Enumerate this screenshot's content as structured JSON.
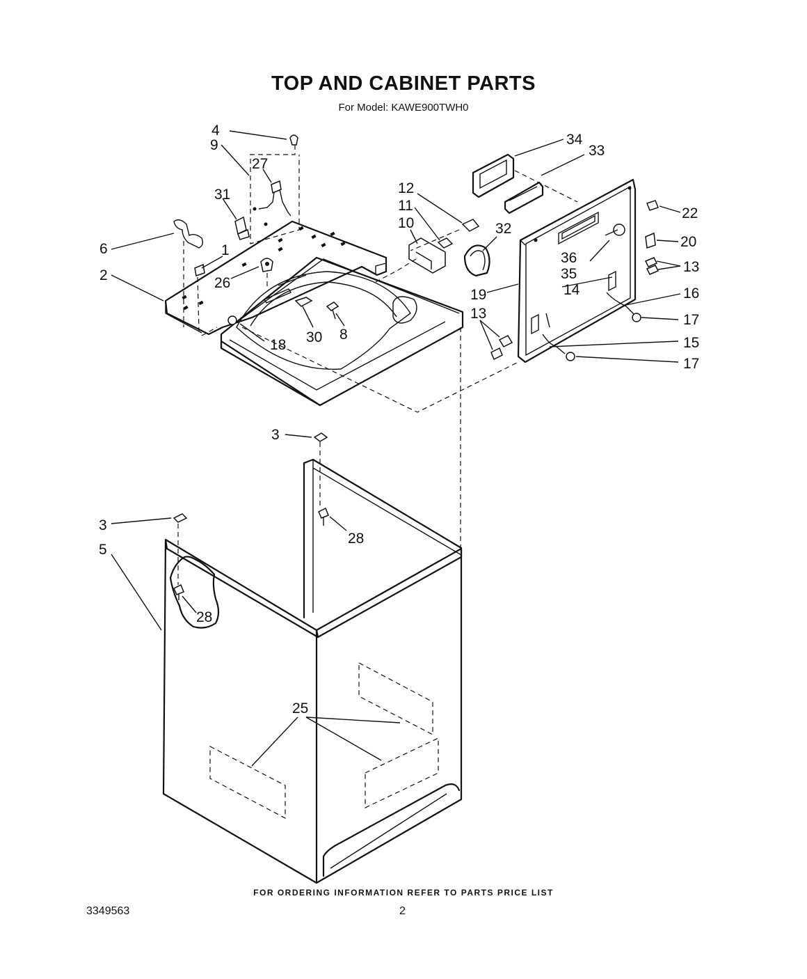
{
  "header": {
    "title": "TOP AND CABINET PARTS",
    "subtitle": "For Model: KAWE900TWH0"
  },
  "footer": {
    "ordering_note": "FOR ORDERING INFORMATION REFER TO PARTS PRICE LIST",
    "doc_number": "3349563",
    "page_number": "2"
  },
  "callouts": [
    {
      "id": "4",
      "label": "4"
    },
    {
      "id": "9",
      "label": "9"
    },
    {
      "id": "27",
      "label": "27"
    },
    {
      "id": "31",
      "label": "31"
    },
    {
      "id": "6",
      "label": "6"
    },
    {
      "id": "1",
      "label": "1"
    },
    {
      "id": "2",
      "label": "2"
    },
    {
      "id": "26",
      "label": "26"
    },
    {
      "id": "18",
      "label": "18"
    },
    {
      "id": "30",
      "label": "30"
    },
    {
      "id": "8",
      "label": "8"
    },
    {
      "id": "12",
      "label": "12"
    },
    {
      "id": "11",
      "label": "11"
    },
    {
      "id": "10",
      "label": "10"
    },
    {
      "id": "32",
      "label": "32"
    },
    {
      "id": "34",
      "label": "34"
    },
    {
      "id": "33",
      "label": "33"
    },
    {
      "id": "22",
      "label": "22"
    },
    {
      "id": "20",
      "label": "20"
    },
    {
      "id": "36",
      "label": "36"
    },
    {
      "id": "35",
      "label": "35"
    },
    {
      "id": "13a",
      "label": "13"
    },
    {
      "id": "14",
      "label": "14"
    },
    {
      "id": "16",
      "label": "16"
    },
    {
      "id": "19",
      "label": "19"
    },
    {
      "id": "13b",
      "label": "13"
    },
    {
      "id": "17a",
      "label": "17"
    },
    {
      "id": "15",
      "label": "15"
    },
    {
      "id": "17b",
      "label": "17"
    },
    {
      "id": "3a",
      "label": "3"
    },
    {
      "id": "28a",
      "label": "28"
    },
    {
      "id": "3b",
      "label": "3"
    },
    {
      "id": "5",
      "label": "5"
    },
    {
      "id": "28b",
      "label": "28"
    },
    {
      "id": "25",
      "label": "25"
    }
  ]
}
